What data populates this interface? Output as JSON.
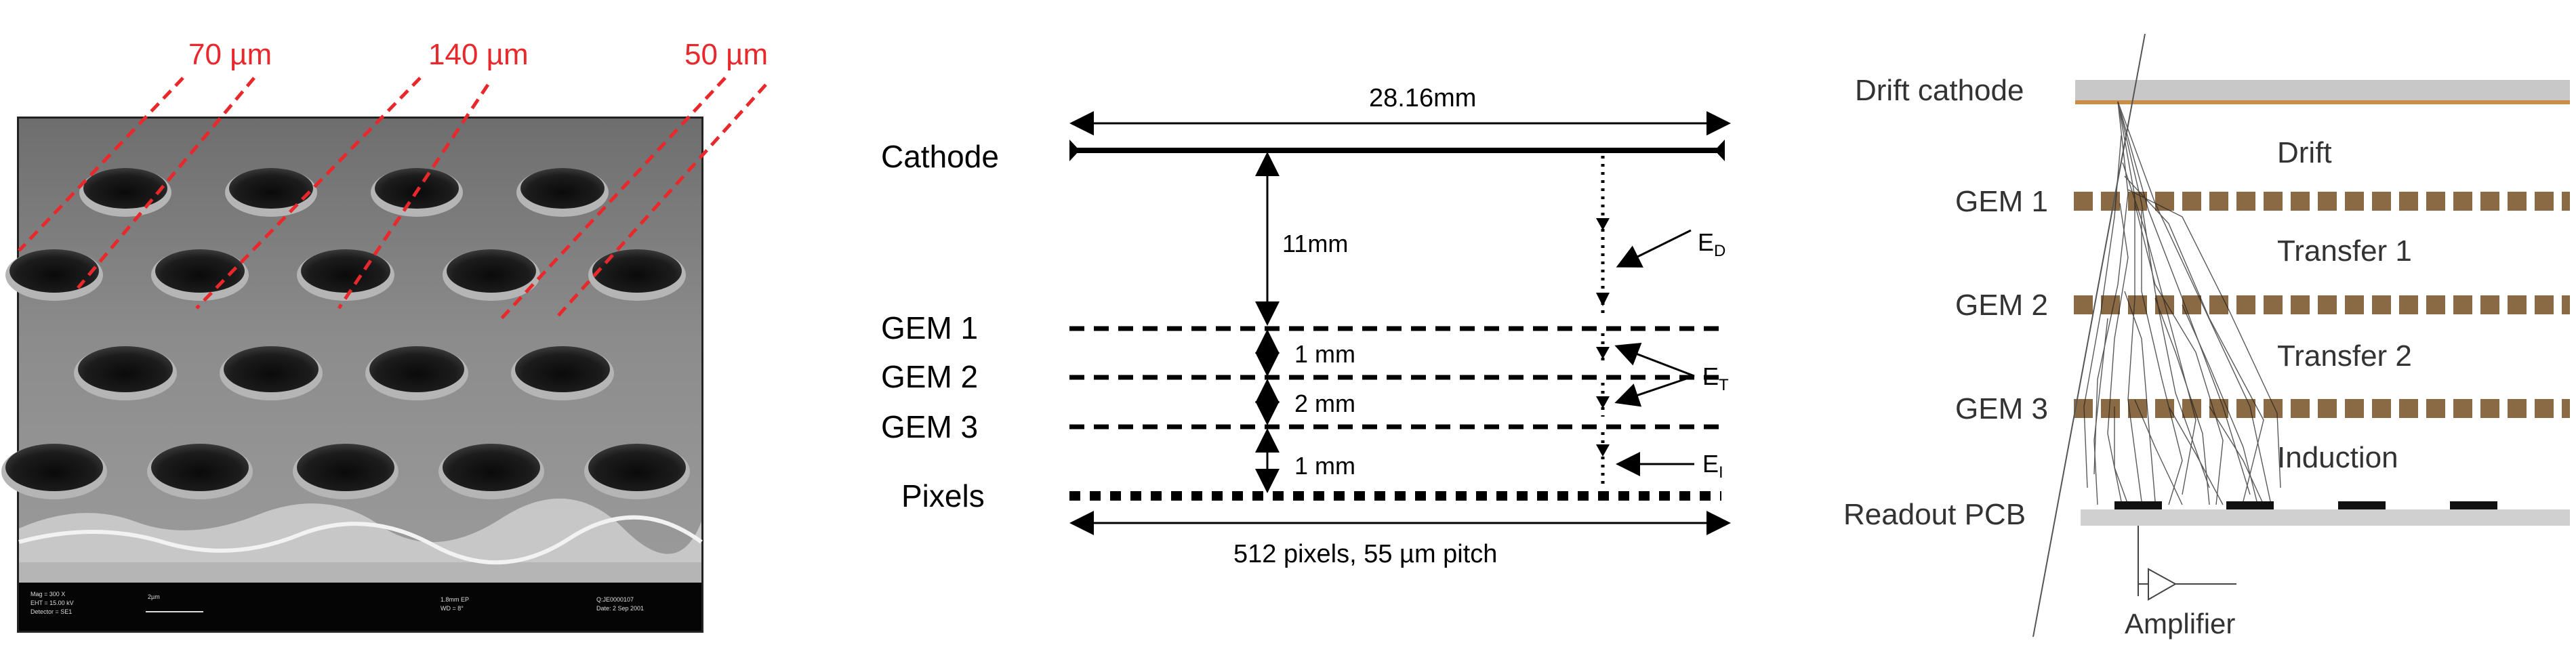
{
  "panel_a": {
    "labels": [
      "70 µm",
      "140 µm",
      "50 µm"
    ],
    "sem_info": {
      "left": [
        "Mag = 300 X",
        "EHT = 15.00 kV",
        "Detector = SE1"
      ],
      "scale": "2µm",
      "middle": [
        "1.8mm EP",
        "WD = 8°"
      ],
      "right": [
        "Q:JE0000107",
        "Date: 2 Sep 2001"
      ]
    },
    "colors": {
      "label": "#e8282b",
      "plate": "#8e8e8e"
    }
  },
  "panel_b": {
    "width_label": "28.16mm",
    "cathode": "Cathode",
    "gem_labels": [
      "GEM 1",
      "GEM 2",
      "GEM 3"
    ],
    "pixels": "Pixels",
    "gap_drift": "11mm",
    "gap_1": "1 mm",
    "gap_2": "2 mm",
    "gap_3": "1 mm",
    "field_drift": {
      "main": "E",
      "sub": "D"
    },
    "field_transfer": {
      "main": "E",
      "sub": "T"
    },
    "field_induction": {
      "main": "E",
      "sub": "I"
    },
    "bottom_label": "512 pixels, 55 µm pitch"
  },
  "panel_c": {
    "drift_cathode": "Drift cathode",
    "gem_labels": [
      "GEM 1",
      "GEM 2",
      "GEM 3"
    ],
    "regions": [
      "Drift",
      "Transfer 1",
      "Transfer 2",
      "Induction"
    ],
    "readout": "Readout PCB",
    "amplifier": "Amplifier",
    "colors": {
      "gem": "#8a6a45",
      "cathode": "#c8c8c8",
      "copper": "#c98f4a",
      "pcb": "#d0d0d0"
    }
  }
}
